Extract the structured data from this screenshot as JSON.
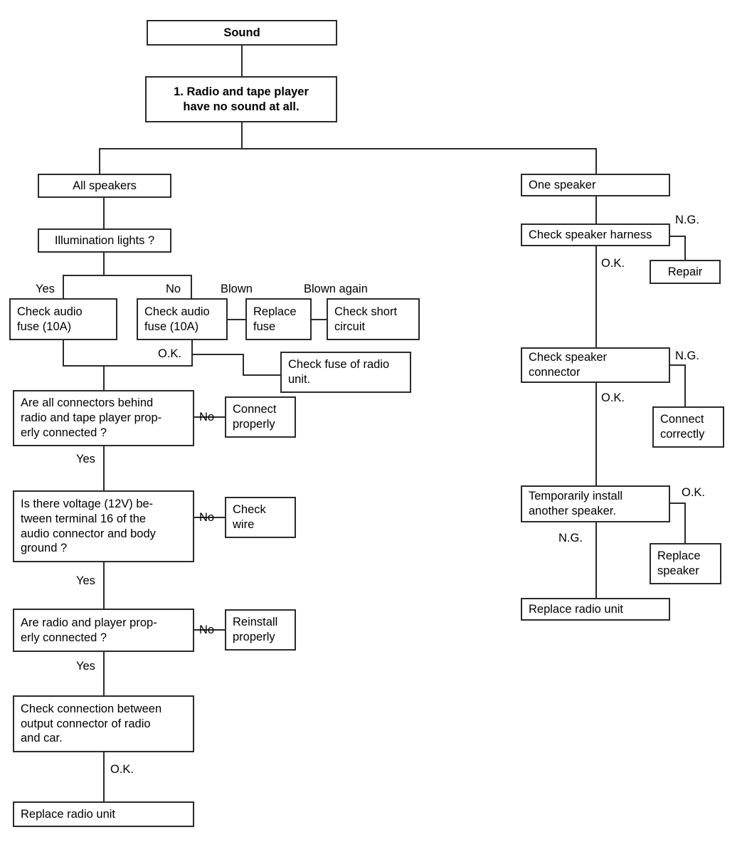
{
  "diagram": {
    "title": "Sound",
    "type": "troubleshooting-flowchart",
    "nodes": {
      "sound": "Sound",
      "symptom": "1. Radio and tape player\nhave no sound at all.",
      "all_speakers": "All speakers",
      "one_speaker": "One speaker",
      "illumination": "Illumination lights ?",
      "fuse_yes": "Check audio\nfuse (10A)",
      "fuse_no": "Check audio\nfuse (10A)",
      "replace_fuse": "Replace\nfuse",
      "check_short": "Check short\ncircuit",
      "check_fuse_radio": "Check fuse of radio\nunit.",
      "connectors_q": "Are all connectors behind\nradio and tape player prop-\nerly connected ?",
      "connect_properly": "Connect\nproperly",
      "voltage_q": "Is there voltage (12V) be-\ntween terminal 16 of the\naudio connector and body\nground ?",
      "check_wire": "Check\nwire",
      "radio_player_q": "Are radio and player prop-\nerly connected ?",
      "reinstall": "Reinstall\nproperly",
      "check_output": "Check connection between\noutput connector of radio\nand car.",
      "replace_radio_left": "Replace radio unit",
      "check_harness": "Check speaker harness",
      "repair": "Repair",
      "check_spk_connector": "Check speaker\nconnector",
      "connect_correctly": "Connect\ncorrectly",
      "temp_install": "Temporarily install\nanother speaker.",
      "replace_speaker": "Replace\nspeaker",
      "replace_radio_right": "Replace radio unit"
    },
    "edge_labels": {
      "yes_illum": "Yes",
      "no_illum": "No",
      "blown": "Blown",
      "blown_again": "Blown again",
      "ok_fuse": "O.K.",
      "no_connectors": "No",
      "yes_connectors": "Yes",
      "no_voltage": "No",
      "yes_voltage": "Yes",
      "no_radio_player": "No",
      "yes_radio_player": "Yes",
      "ok_output": "O.K.",
      "ng_harness": "N.G.",
      "ok_harness": "O.K.",
      "ng_connector": "N.G.",
      "ok_connector": "O.K.",
      "ok_temp": "O.K.",
      "ng_temp": "N.G."
    },
    "colors": {
      "stroke": "#2b2b2b",
      "fill": "#ffffff",
      "text": "#000000"
    }
  }
}
